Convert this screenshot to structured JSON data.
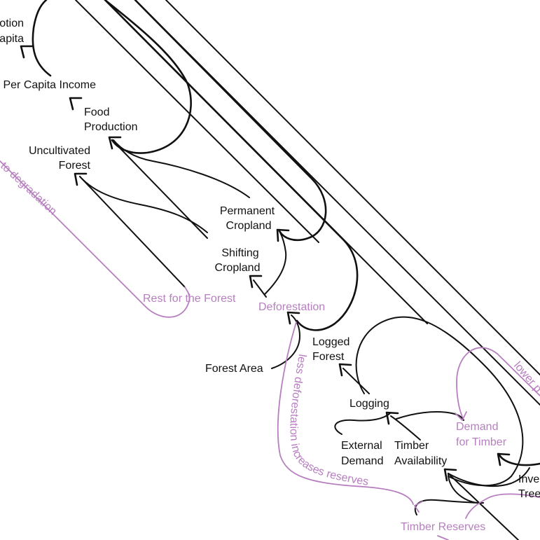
{
  "colors": {
    "link": "#111111",
    "accent": "#b77fc0",
    "background": "#ffffff"
  },
  "nodes": {
    "consumption_per_capita": [
      "otion",
      "apita"
    ],
    "per_capita_income": [
      "Per Capita Income"
    ],
    "food_production": [
      "Food",
      "Production"
    ],
    "uncultivated_forest": [
      "Uncultivated",
      "Forest"
    ],
    "permanent_cropland": [
      "Permanent",
      "Cropland"
    ],
    "shifting_cropland": [
      "Shifting",
      "Cropland"
    ],
    "rest_for_the_forest": [
      "Rest for the Forest"
    ],
    "deforestation": [
      "Deforestation"
    ],
    "logged_forest": [
      "Logged",
      "Forest"
    ],
    "forest_area": [
      "Forest Area"
    ],
    "logging": [
      "Logging"
    ],
    "demand_for_timber": [
      "Demand",
      "for Timber"
    ],
    "external_demand": [
      "External",
      "Demand"
    ],
    "timber_availability": [
      "Timber",
      "Availability"
    ],
    "investment_trees": [
      "Inve",
      "Tree"
    ],
    "timber_reserves": [
      "Timber Reserves"
    ]
  },
  "annotations": {
    "to_degradation": "to degradation",
    "less_deforestation": "less deforestation increases reserves",
    "lower": "lower p"
  }
}
